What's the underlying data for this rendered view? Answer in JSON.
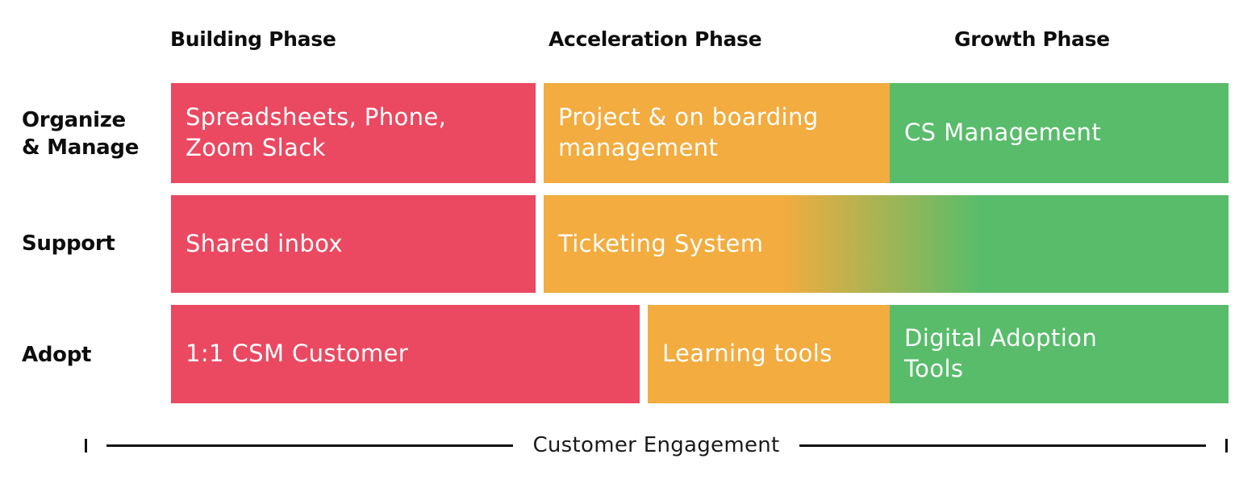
{
  "phases": [
    {
      "label": "Building Phase"
    },
    {
      "label": "Acceleration Phase"
    },
    {
      "label": "Growth Phase"
    }
  ],
  "rows": [
    {
      "label": "Organize\n& Manage",
      "bars": [
        {
          "text": "Spreadsheets, Phone,\nZoom Slack",
          "color": "red",
          "phase": "Building Phase"
        },
        {
          "text": "Project & on boarding\nmanagement",
          "color": "orange",
          "phase": "Acceleration Phase"
        },
        {
          "text": "CS Management",
          "color": "green",
          "phase": "Growth Phase"
        }
      ]
    },
    {
      "label": "Support",
      "bars": [
        {
          "text": "Shared inbox",
          "color": "red",
          "phase": "Building Phase"
        },
        {
          "text": "Ticketing System",
          "color": "gradient",
          "phase": "Acceleration Phase + Growth Phase"
        }
      ]
    },
    {
      "label": "Adopt",
      "bars": [
        {
          "text": "1:1 CSM Customer",
          "color": "red",
          "phase": "Building Phase"
        },
        {
          "text": "Learning tools",
          "color": "orange",
          "phase": "Acceleration Phase"
        },
        {
          "text": "Digital Adoption\nTools",
          "color": "green",
          "phase": "Growth Phase"
        }
      ]
    }
  ],
  "axis": {
    "label": "Customer Engagement"
  },
  "colors": {
    "red": "#EA4961",
    "orange": "#F2AC3F",
    "green": "#58BC6A",
    "bar_text": "#FFFFFF",
    "heading_text": "#0D0D0D",
    "axis_line": "#111111"
  },
  "gradient": {
    "from": "orange",
    "to": "green",
    "from_stop": "35%",
    "to_stop": "64%"
  }
}
